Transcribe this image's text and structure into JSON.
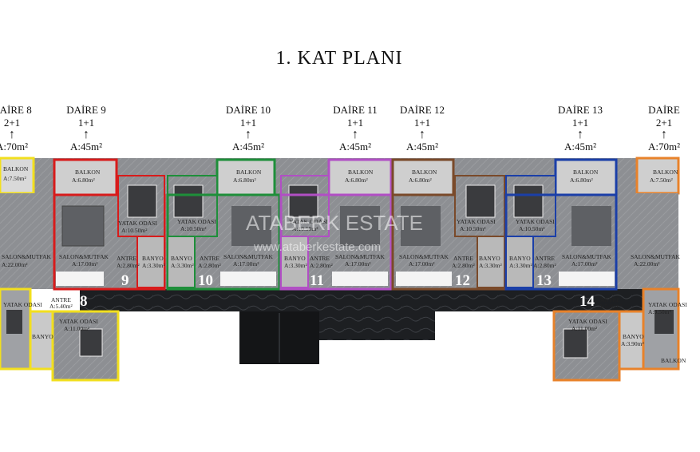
{
  "title": "1. KAT PLANI",
  "watermark": {
    "brand": "ATABERK ESTATE",
    "url": "www.ataberkestate.com"
  },
  "units": [
    {
      "name": "DAİRE 8",
      "type": "2+1",
      "area": "A:70m²",
      "color": "#f2df1e",
      "number": "8"
    },
    {
      "name": "DAİRE 9",
      "type": "1+1",
      "area": "A:45m²",
      "color": "#d81b1b",
      "number": "9"
    },
    {
      "name": "DAİRE 10",
      "type": "1+1",
      "area": "A:45m²",
      "color": "#1e8f3a",
      "number": "10"
    },
    {
      "name": "DAİRE 11",
      "type": "1+1",
      "area": "A:45m²",
      "color": "#b14fc4",
      "number": "11"
    },
    {
      "name": "DAİRE 12",
      "type": "1+1",
      "area": "A:45m²",
      "color": "#7a4a2a",
      "number": "12"
    },
    {
      "name": "DAİRE 13",
      "type": "1+1",
      "area": "A:45m²",
      "color": "#1b3fa8",
      "number": "13"
    },
    {
      "name": "DAİRE",
      "type": "2+1",
      "area": "A:70m²",
      "color": "#e8822a",
      "number": "14"
    }
  ],
  "rooms": {
    "balkon": "BALKON",
    "balkon_small": "A:6.80m²",
    "balkon_big": "A:7.50m²",
    "yatak": "YATAK ODASI",
    "yatak_area": "A:10.50m²",
    "yatak_area_b": "A:11.00m²",
    "yatak_area_c": "A:9.50m²",
    "salon": "SALON&MUTFAK",
    "salon_area": "A:17.00m²",
    "salon_area_big": "A:22.00m²",
    "antre": "ANTRE",
    "antre_area": "A:2.80m²",
    "antre_area_b": "A:5.40m²",
    "banyo": "BANYO",
    "banyo_area": "A:3.30m²",
    "banyo_area_b": "A:3.90m²"
  }
}
